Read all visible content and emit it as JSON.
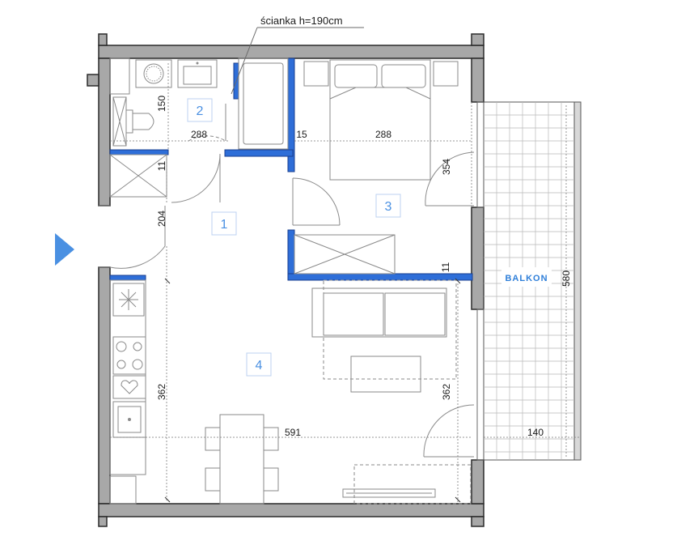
{
  "note": {
    "text": "ścianka h=190cm"
  },
  "rooms": [
    {
      "label": "1"
    },
    {
      "label": "2"
    },
    {
      "label": "3"
    },
    {
      "label": "4"
    }
  ],
  "balcony": {
    "label": "BALKON"
  },
  "dimensions": {
    "bath_height": "150",
    "bath_width": "288",
    "wall_thickness": "15",
    "bedroom_width": "288",
    "bedroom_depth": "354",
    "hall_small_1": "11",
    "hall_depth": "204",
    "hall_small_2": "11",
    "balcony_depth": "580",
    "living_left": "362",
    "living_right": "362",
    "living_width": "591",
    "balcony_width": "140"
  },
  "colors": {
    "wall": "#a8a8a8",
    "partition": "#2e6ed8",
    "room_label": "#4a90e2",
    "entrance_arrow": "#4a90e2"
  }
}
